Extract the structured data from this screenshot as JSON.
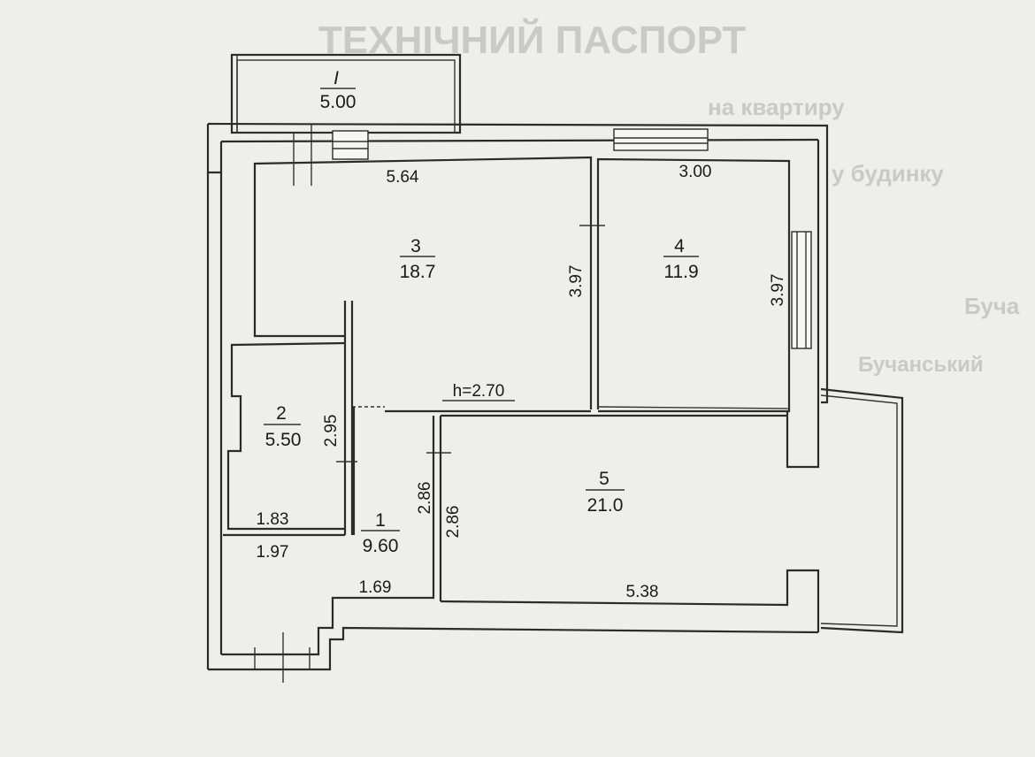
{
  "background_text": {
    "heading": "ТЕХНІЧНИЙ ПАСПОРТ",
    "line1": "на квартиру",
    "line2": "у будинку",
    "line3": "Буча",
    "line4": "Бучанський"
  },
  "plan": {
    "height_label": "h=2.70",
    "rooms": [
      {
        "id": "balcony",
        "number": "I",
        "area": "5.00"
      },
      {
        "id": "room3",
        "number": "3",
        "area": "18.7"
      },
      {
        "id": "room4",
        "number": "4",
        "area": "11.9"
      },
      {
        "id": "room2",
        "number": "2",
        "area": "5.50"
      },
      {
        "id": "room1",
        "number": "1",
        "area": "9.60"
      },
      {
        "id": "room5",
        "number": "5",
        "area": "21.0"
      }
    ],
    "dimensions": {
      "r3_width": "5.64",
      "r3_height": "3.97",
      "r4_width": "3.00",
      "r4_height": "3.97",
      "r2_height": "2.95",
      "r2_width": "1.83",
      "r1_width_top": "1.97",
      "r1_width_bottom": "1.69",
      "r1_height": "2.86",
      "r5_height": "2.86",
      "r5_width": "5.38"
    }
  }
}
